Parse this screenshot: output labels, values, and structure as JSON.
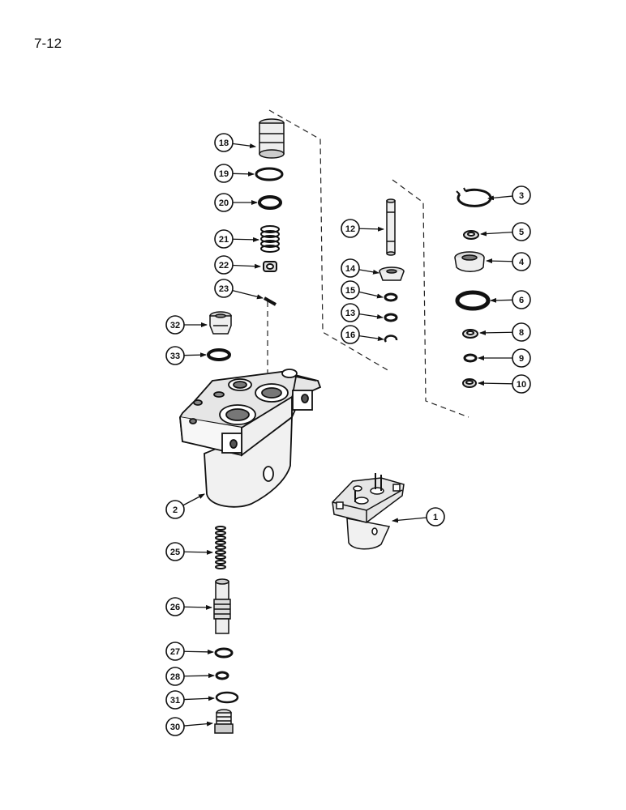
{
  "page_number": "7-12",
  "callouts": [
    {
      "id": "c18",
      "label": "18",
      "part": "sleeve"
    },
    {
      "id": "c19",
      "label": "19",
      "part": "ring"
    },
    {
      "id": "c20",
      "label": "20",
      "part": "o-ring"
    },
    {
      "id": "c21",
      "label": "21",
      "part": "spring"
    },
    {
      "id": "c22",
      "label": "22",
      "part": "nut"
    },
    {
      "id": "c23",
      "label": "23",
      "part": "pin"
    },
    {
      "id": "c32",
      "label": "32",
      "part": "plug"
    },
    {
      "id": "c33",
      "label": "33",
      "part": "o-ring"
    },
    {
      "id": "c2",
      "label": "2",
      "part": "valve-body"
    },
    {
      "id": "c25",
      "label": "25",
      "part": "spring"
    },
    {
      "id": "c26",
      "label": "26",
      "part": "spool"
    },
    {
      "id": "c27",
      "label": "27",
      "part": "washer"
    },
    {
      "id": "c28",
      "label": "28",
      "part": "o-ring"
    },
    {
      "id": "c31",
      "label": "31",
      "part": "ring"
    },
    {
      "id": "c30",
      "label": "30",
      "part": "plug"
    },
    {
      "id": "c12",
      "label": "12",
      "part": "shaft"
    },
    {
      "id": "c14",
      "label": "14",
      "part": "seat"
    },
    {
      "id": "c15",
      "label": "15",
      "part": "seal"
    },
    {
      "id": "c13",
      "label": "13",
      "part": "o-ring"
    },
    {
      "id": "c16",
      "label": "16",
      "part": "clip"
    },
    {
      "id": "c3",
      "label": "3",
      "part": "snap-ring"
    },
    {
      "id": "c5",
      "label": "5",
      "part": "washer"
    },
    {
      "id": "c4",
      "label": "4",
      "part": "retainer"
    },
    {
      "id": "c6",
      "label": "6",
      "part": "o-ring"
    },
    {
      "id": "c8",
      "label": "8",
      "part": "washer"
    },
    {
      "id": "c9",
      "label": "9",
      "part": "seal"
    },
    {
      "id": "c10",
      "label": "10",
      "part": "washer"
    },
    {
      "id": "c1",
      "label": "1",
      "part": "valve-assembly"
    }
  ]
}
